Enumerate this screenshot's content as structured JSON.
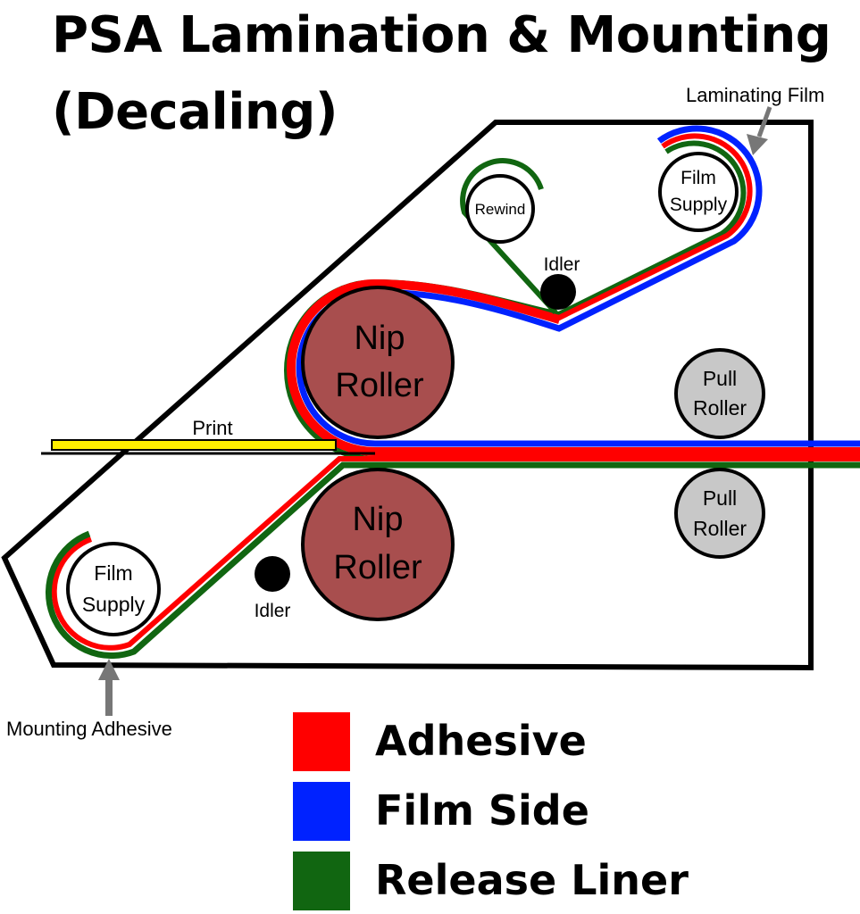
{
  "title": {
    "line1": "PSA Lamination & Mounting",
    "line2": "(Decaling)"
  },
  "labels": {
    "laminating_film": "Laminating Film",
    "mounting_adhesive": "Mounting Adhesive",
    "print": "Print",
    "rewind": "Rewind",
    "idler_top": "Idler",
    "idler_bottom": "Idler",
    "film_supply_top": [
      "Film",
      "Supply"
    ],
    "film_supply_bottom": [
      "Film",
      "Supply"
    ],
    "nip_roller_top": [
      "Nip",
      "Roller"
    ],
    "nip_roller_bottom": [
      "Nip",
      "Roller"
    ],
    "pull_roller_top": [
      "Pull",
      "Roller"
    ],
    "pull_roller_bottom": [
      "Pull",
      "Roller"
    ]
  },
  "colors": {
    "adhesive": "#ff0000",
    "film_side": "#0022ff",
    "release_liner": "#116611",
    "nip_roller": "#a84e4e",
    "pull_roller": "#c8c8c8",
    "print": "#ffee00"
  },
  "legend": [
    {
      "label": "Adhesive",
      "color": "#ff0000"
    },
    {
      "label": "Film Side",
      "color": "#0022ff"
    },
    {
      "label": "Release Liner",
      "color": "#116611"
    }
  ]
}
